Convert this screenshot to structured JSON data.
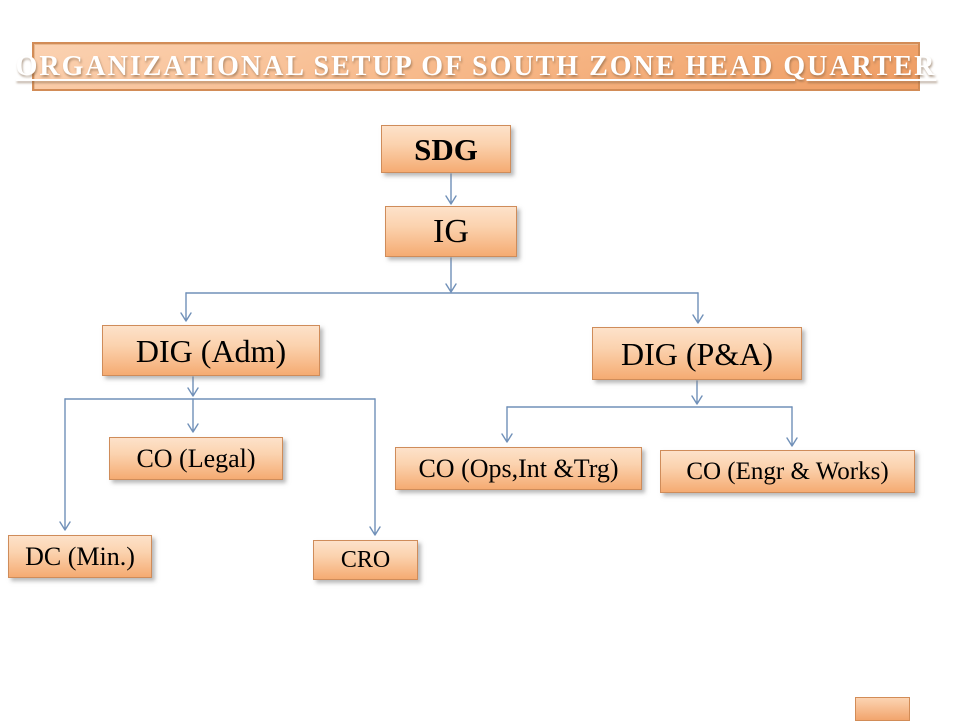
{
  "title": "ORGANIZATIONAL SETUP OF SOUTH ZONE HEAD QUARTER",
  "org_chart": {
    "nodes": {
      "sdg": {
        "label": "SDG",
        "level": 1
      },
      "ig": {
        "label": "IG",
        "level": 2
      },
      "dig_adm": {
        "label": "DIG (Adm)",
        "level": 3
      },
      "dig_pa": {
        "label": "DIG (P&A)",
        "level": 3
      },
      "co_legal": {
        "label": "CO (Legal)",
        "level": 4
      },
      "dc_min": {
        "label": "DC (Min.)",
        "level": 4
      },
      "cro": {
        "label": "CRO",
        "level": 4
      },
      "co_ops": {
        "label": "CO (Ops,Int &Trg)",
        "level": 4
      },
      "co_engr": {
        "label": "CO  (Engr & Works)",
        "level": 4
      }
    },
    "edges": [
      {
        "from": "SDG",
        "to": "IG"
      },
      {
        "from": "IG",
        "to": "DIG (Adm)"
      },
      {
        "from": "IG",
        "to": "DIG (P&A)"
      },
      {
        "from": "DIG (Adm)",
        "to": "CO (Legal)"
      },
      {
        "from": "DIG (Adm)",
        "to": "DC (Min.)"
      },
      {
        "from": "DIG (Adm)",
        "to": "CRO"
      },
      {
        "from": "DIG (P&A)",
        "to": "CO (Ops,Int &Trg)"
      },
      {
        "from": "DIG (P&A)",
        "to": "CO  (Engr & Works)"
      }
    ]
  },
  "colors": {
    "box_gradient_top": "#fde2ca",
    "box_gradient_bottom": "#f5ab72",
    "box_border": "#cf8c5a",
    "connector": "#7090b8",
    "title_background_top": "#fbd2b2",
    "title_background_bottom": "#ee9c62",
    "title_text": "#ffffff",
    "node_text": "#000000",
    "background": "#ffffff"
  }
}
